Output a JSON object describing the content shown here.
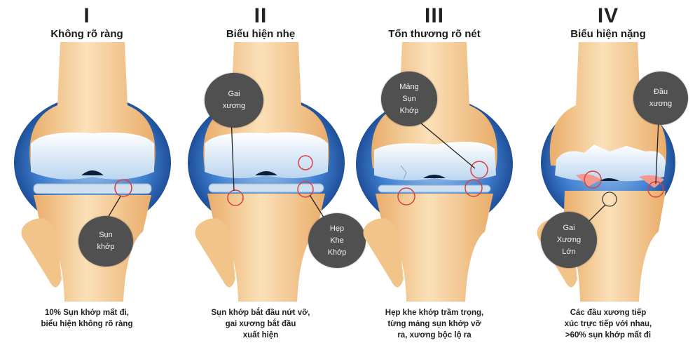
{
  "stages": [
    {
      "numeral": "I",
      "title": "Không rõ ràng",
      "callouts": [
        {
          "lines": [
            "Sụn",
            "khớp"
          ]
        }
      ],
      "caption": [
        "10% Sụn khớp mất đi,",
        "biểu hiện không rõ ràng"
      ]
    },
    {
      "numeral": "II",
      "title": "Biểu hiện nhẹ",
      "callouts": [
        {
          "lines": [
            "Gai",
            "xương"
          ]
        },
        {
          "lines": [
            "Hẹp",
            "Khe",
            "Khớp"
          ]
        }
      ],
      "caption": [
        "Sụn khớp bắt đầu nứt vỡ,",
        "gai xương bắt đầu",
        "xuất hiện"
      ]
    },
    {
      "numeral": "III",
      "title": "Tổn thương rõ nét",
      "callouts": [
        {
          "lines": [
            "Mảng",
            "Sụn",
            "Khớp"
          ]
        }
      ],
      "caption": [
        "Hẹp khe khớp trầm trọng,",
        "từng mảng sụn khớp vỡ",
        "ra, xương bộc lộ ra"
      ]
    },
    {
      "numeral": "IV",
      "title": "Biểu hiện nặng",
      "callouts": [
        {
          "lines": [
            "Đầu",
            "xương"
          ]
        },
        {
          "lines": [
            "Gai",
            "Xương",
            "Lớn"
          ]
        }
      ],
      "caption": [
        "Các đầu xương tiếp",
        "xúc trực tiếp với nhau,",
        ">60% sụn khớp mất đi"
      ]
    }
  ],
  "colors": {
    "bone": "#f6cf9a",
    "bone_shade": "#e9ad6a",
    "cartilage": "#dbe9f7",
    "synovium": "#3a78c8",
    "callout": "#505050",
    "marker_ring": "#d9423c"
  }
}
